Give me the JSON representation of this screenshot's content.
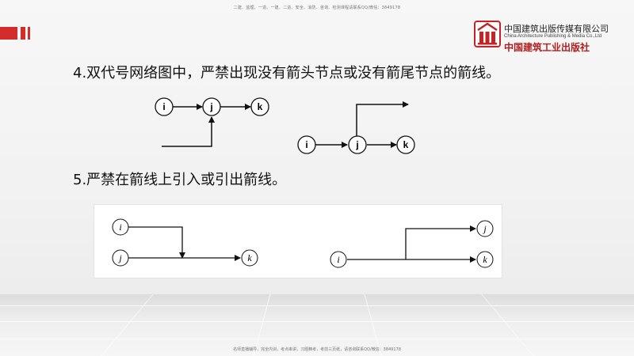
{
  "header": {
    "top_note": "二建、监理、一造、一建、二造、安全、消防、咨询、检测课程请联系QQ/微信：3849178",
    "bottom_note": "名师直播辅导，完全内训，考点串讲，习题精考，考前三页纸，请咨询联系QQ/微信：3849178"
  },
  "logo": {
    "name_cn": "中国建筑出版传媒有限公司",
    "name_en": "China Architecture Publishing & Media Co.,Ltd",
    "name_cn_stylized": "中国建筑工业出版社"
  },
  "section4": {
    "heading": "4.双代号网络图中，严禁出现没有箭头节点或没有箭尾节点的箭线。",
    "left_diagram": {
      "nodes": [
        "i",
        "j",
        "k"
      ]
    },
    "right_diagram": {
      "nodes": [
        "i",
        "j",
        "k"
      ]
    }
  },
  "section5": {
    "heading": "5.严禁在箭线上引入或引出箭线。",
    "left_diagram": {
      "nodes": [
        "i",
        "j",
        "k"
      ]
    },
    "right_diagram": {
      "nodes": [
        "i",
        "j",
        "k"
      ]
    }
  },
  "colors": {
    "accent_red": "#d42b2b",
    "text": "#111111"
  }
}
